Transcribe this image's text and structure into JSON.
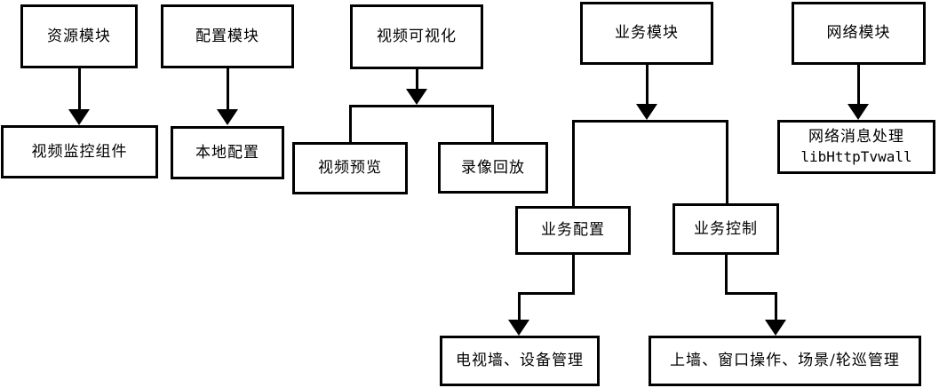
{
  "diagram": {
    "type": "flowchart",
    "background_color": "#ffffff",
    "line_color": "#000000",
    "box_fill_color": "#ffffff",
    "nodes": {
      "resource_module": {
        "label": "资源模块"
      },
      "config_module": {
        "label": "配置模块"
      },
      "video_visualization": {
        "label": "视频可视化"
      },
      "business_module": {
        "label": "业务模块"
      },
      "network_module": {
        "label": "网络模块"
      },
      "video_surveillance_component": {
        "label": "视频监控组件"
      },
      "local_config": {
        "label": "本地配置"
      },
      "video_preview": {
        "label": "视频预览"
      },
      "recording_playback": {
        "label": "录像回放"
      },
      "network_message_processing": {
        "label_line1": "网络消息处理",
        "label_line2": "libHttpTvwall"
      },
      "business_config": {
        "label": "业务配置"
      },
      "business_control": {
        "label": "业务控制"
      },
      "tvwall_device_management": {
        "label": "电视墙、设备管理"
      },
      "onwall_window_scene_tour": {
        "label": "上墙、窗口操作、场景/轮巡管理"
      }
    },
    "edges": [
      {
        "from": "资源模块",
        "to": "视频监控组件"
      },
      {
        "from": "配置模块",
        "to": "本地配置"
      },
      {
        "from": "视频可视化",
        "to": "视频预览"
      },
      {
        "from": "视频可视化",
        "to": "录像回放"
      },
      {
        "from": "业务模块",
        "to": "业务配置"
      },
      {
        "from": "业务模块",
        "to": "业务控制"
      },
      {
        "from": "网络模块",
        "to": "网络消息处理 libHttpTvwall"
      },
      {
        "from": "业务配置",
        "to": "电视墙、设备管理"
      },
      {
        "from": "业务控制",
        "to": "上墙、窗口操作、场景/轮巡管理"
      }
    ]
  }
}
